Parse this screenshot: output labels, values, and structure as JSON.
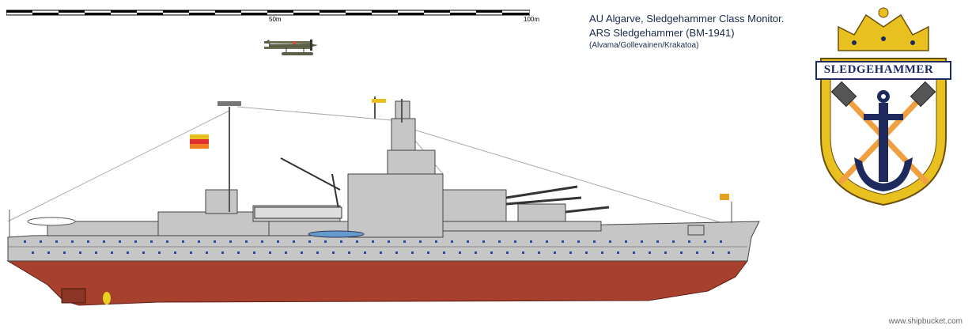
{
  "scale": {
    "label_mid": "50m",
    "label_end": "100m"
  },
  "caption": {
    "line1": "AU Algarve,  Sledgehammer Class Monitor.",
    "line2": "ARS Sledgehammer (BM-1941)",
    "line3": "(Alvama/Gollevainen/Krakatoa)"
  },
  "badge": {
    "name": "SLEDGEHAMMER"
  },
  "credit": "www.shipbucket.com",
  "colors": {
    "hull_grey": "#c6c6c6",
    "antifouling_red": "#a8402e",
    "badge_gold": "#e8c020",
    "badge_navy": "#1e2a5e",
    "hammer_orange": "#f0a040"
  },
  "icons": [
    "scale-bar-icon",
    "seaplane-icon",
    "ship-profile-icon",
    "ship-crest-icon"
  ]
}
